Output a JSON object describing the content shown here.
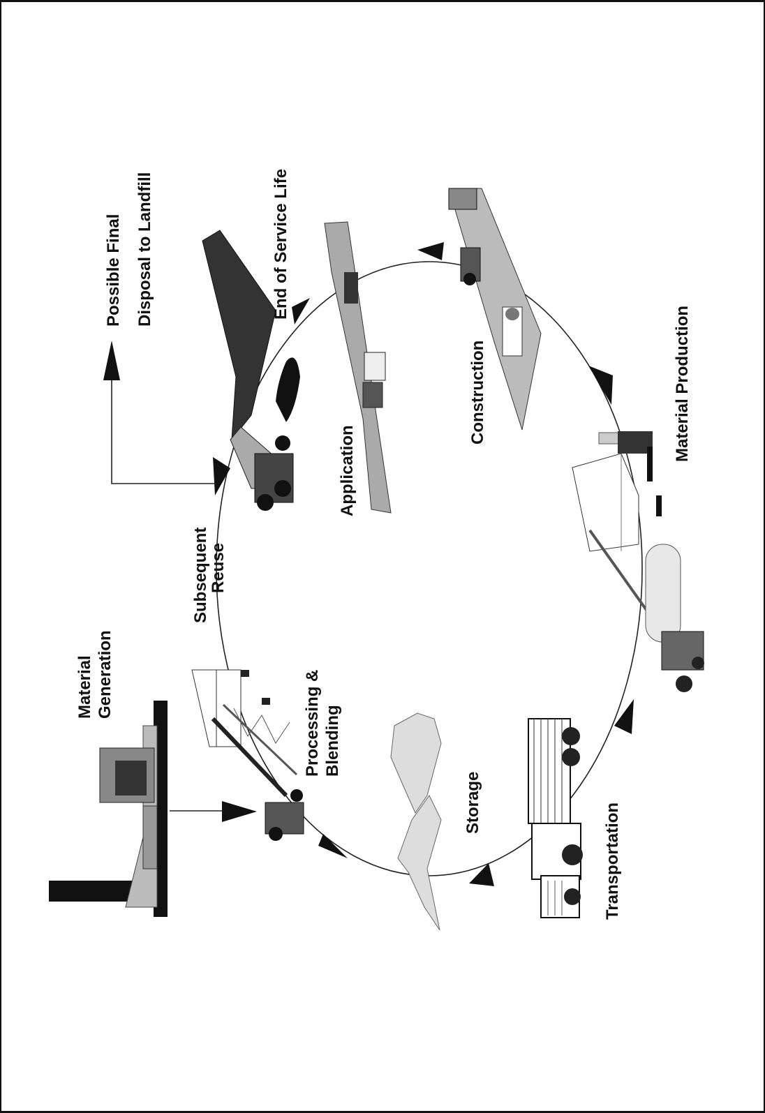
{
  "labels": {
    "material_generation": [
      "Material",
      "Generation"
    ],
    "processing_blending": [
      "Processing &",
      "Blending"
    ],
    "storage": "Storage",
    "transportation": "Transportation",
    "material_production": "Material Production",
    "construction": "Construction",
    "application": "Application",
    "end_of_service_life": "End of Service Life",
    "subsequent_reuse": [
      "Subsequent",
      "Reuse"
    ],
    "possible_final_disposal": [
      "Possible Final",
      "Disposal to Landfill"
    ]
  }
}
